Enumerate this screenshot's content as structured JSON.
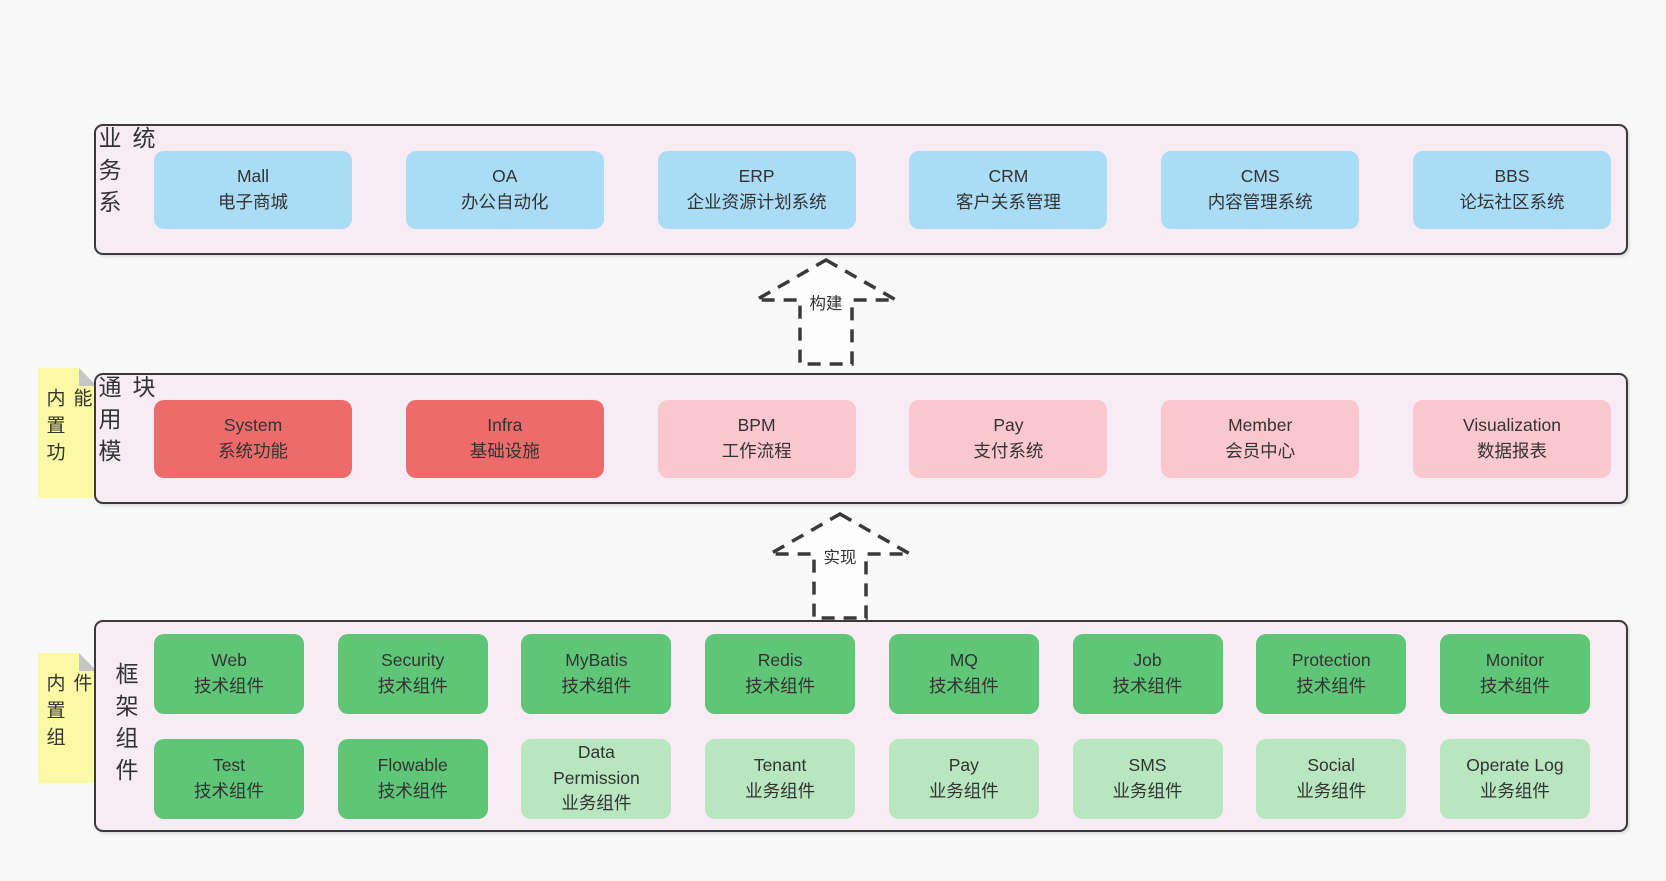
{
  "page": {
    "background": "#f8f8f8"
  },
  "colors": {
    "band_fill": "#f7ecf4",
    "band_border": "#3a3a3a",
    "blue": "#aadcf6",
    "red": "#ee6b6b",
    "pink": "#fbc7cf",
    "green": "#60c677",
    "green_light": "#b8e6bf",
    "sticky_yellow": "#fbf9a3",
    "text": "#333333"
  },
  "bands": {
    "business": {
      "label": "业务系统",
      "boxes": [
        {
          "title": "Mall",
          "subtitle": "电子商城",
          "variant": "blue"
        },
        {
          "title": "OA",
          "subtitle": "办公自动化",
          "variant": "blue"
        },
        {
          "title": "ERP",
          "subtitle": "企业资源计划系统",
          "variant": "blue"
        },
        {
          "title": "CRM",
          "subtitle": "客户关系管理",
          "variant": "blue"
        },
        {
          "title": "CMS",
          "subtitle": "内容管理系统",
          "variant": "blue"
        },
        {
          "title": "BBS",
          "subtitle": "论坛社区系统",
          "variant": "blue"
        }
      ]
    },
    "modules": {
      "label": "通用模块",
      "sticky": "内置功能",
      "boxes": [
        {
          "title": "System",
          "subtitle": "系统功能",
          "variant": "red"
        },
        {
          "title": "Infra",
          "subtitle": "基础设施",
          "variant": "red"
        },
        {
          "title": "BPM",
          "subtitle": "工作流程",
          "variant": "pink"
        },
        {
          "title": "Pay",
          "subtitle": "支付系统",
          "variant": "pink"
        },
        {
          "title": "Member",
          "subtitle": "会员中心",
          "variant": "pink"
        },
        {
          "title": "Visualization",
          "subtitle": "数据报表",
          "variant": "pink"
        }
      ]
    },
    "components": {
      "label": "框架组件",
      "sticky": "内置组件",
      "boxes": [
        {
          "title": "Web",
          "subtitle": "技术组件",
          "variant": "green"
        },
        {
          "title": "Security",
          "subtitle": "技术组件",
          "variant": "green"
        },
        {
          "title": "MyBatis",
          "subtitle": "技术组件",
          "variant": "green"
        },
        {
          "title": "Redis",
          "subtitle": "技术组件",
          "variant": "green"
        },
        {
          "title": "MQ",
          "subtitle": "技术组件",
          "variant": "green"
        },
        {
          "title": "Job",
          "subtitle": "技术组件",
          "variant": "green"
        },
        {
          "title": "Protection",
          "subtitle": "技术组件",
          "variant": "green"
        },
        {
          "title": "Monitor",
          "subtitle": "技术组件",
          "variant": "green"
        },
        {
          "title": "Test",
          "subtitle": "技术组件",
          "variant": "green"
        },
        {
          "title": "Flowable",
          "subtitle": "技术组件",
          "variant": "green"
        },
        {
          "title": "Data Permission",
          "subtitle": "业务组件",
          "variant": "green-light"
        },
        {
          "title": "Tenant",
          "subtitle": "业务组件",
          "variant": "green-light"
        },
        {
          "title": "Pay",
          "subtitle": "业务组件",
          "variant": "green-light"
        },
        {
          "title": "SMS",
          "subtitle": "业务组件",
          "variant": "green-light"
        },
        {
          "title": "Social",
          "subtitle": "业务组件",
          "variant": "green-light"
        },
        {
          "title": "Operate Log",
          "subtitle": "业务组件",
          "variant": "green-light"
        }
      ]
    }
  },
  "arrows": [
    {
      "label": "构建"
    },
    {
      "label": "实现"
    }
  ]
}
